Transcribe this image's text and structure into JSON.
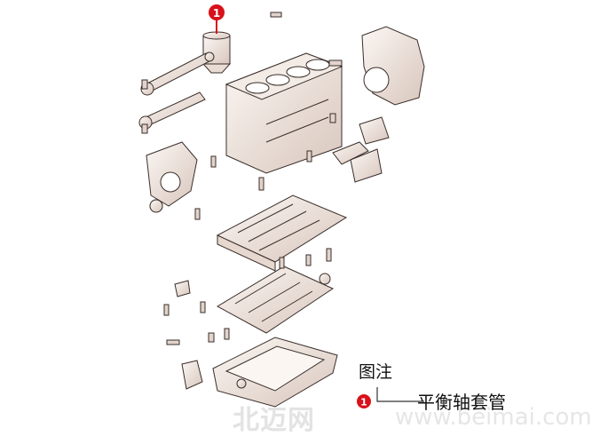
{
  "callout": {
    "number": "1"
  },
  "legend": {
    "title": "图注",
    "items": [
      {
        "number": "1",
        "label": "平衡轴套管"
      }
    ]
  },
  "watermark": {
    "text": "北迈网",
    "url": "www.beimai.com"
  },
  "colors": {
    "part_fill": "#f6f0ec",
    "part_shade": "#d9c7be",
    "line": "#3a2e2a",
    "callout_red": "#d8111a"
  }
}
